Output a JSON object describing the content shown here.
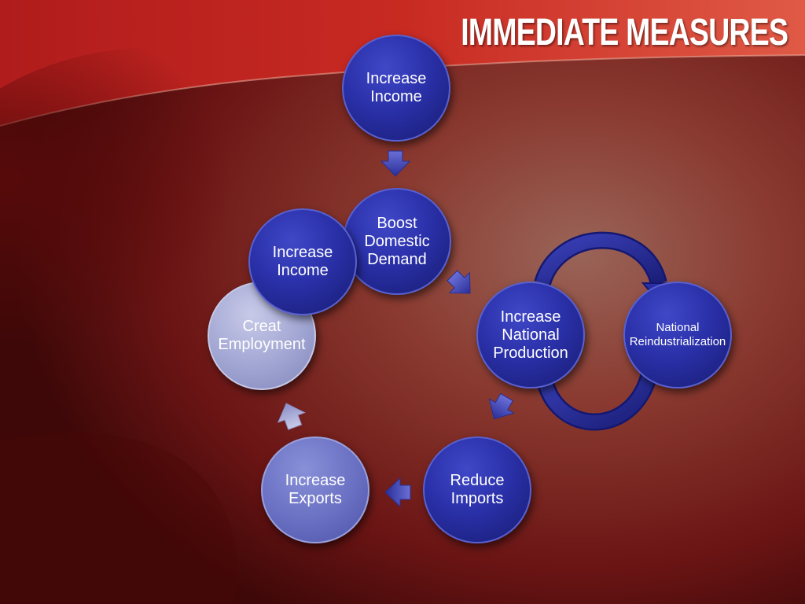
{
  "slide": {
    "title": "IMMEDIATE  MEASURES"
  },
  "diagram": {
    "nodes": {
      "increase_income_top": "Increase\nIncome",
      "boost_domestic_demand": "Boost\nDomestic\nDemand",
      "increase_income_left": "Increase\nIncome",
      "creat_employment": "Creat\nEmployment",
      "increase_national_production": "Increase\nNational\nProduction",
      "national_reindustrialization": "National\nReindustrialization",
      "reduce_imports": "Reduce\nImports",
      "increase_exports": "Increase\nExports"
    },
    "connectors": [
      "arrow-down-icon",
      "arrow-down-right-icon",
      "arrow-down-left-icon",
      "arrow-left-icon",
      "arrow-up-left-icon",
      "circular-arrows-icon"
    ]
  },
  "colors": {
    "background": "#8a1a1a",
    "node_dark": "#2a30a8",
    "node_lilac": "#6c72c4",
    "node_pale": "#a4a8d4",
    "title": "#ffffff"
  }
}
